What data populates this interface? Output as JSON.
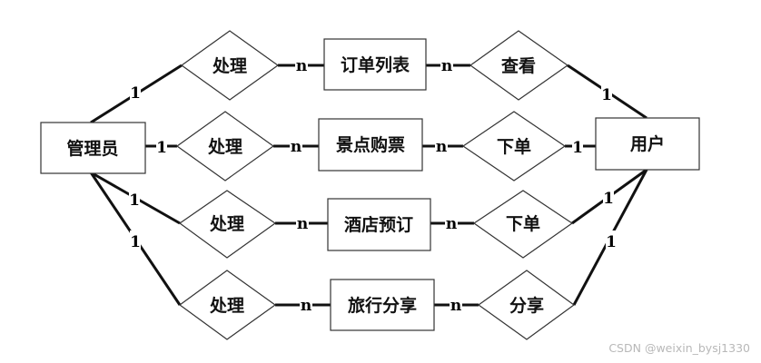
{
  "diagram": {
    "entities": {
      "admin": "管理员",
      "user": "用户",
      "order_list": "订单列表",
      "ticket": "景点购票",
      "hotel": "酒店预订",
      "share": "旅行分享"
    },
    "relations": {
      "admin_rel_1": "处理",
      "admin_rel_2": "处理",
      "admin_rel_3": "处理",
      "admin_rel_4": "处理",
      "user_rel_1": "查看",
      "user_rel_2": "下单",
      "user_rel_3": "下单",
      "user_rel_4": "分享"
    },
    "cardinalities": {
      "one": "1",
      "many": "n"
    }
  },
  "watermark": "CSDN @weixin_bysj1330"
}
